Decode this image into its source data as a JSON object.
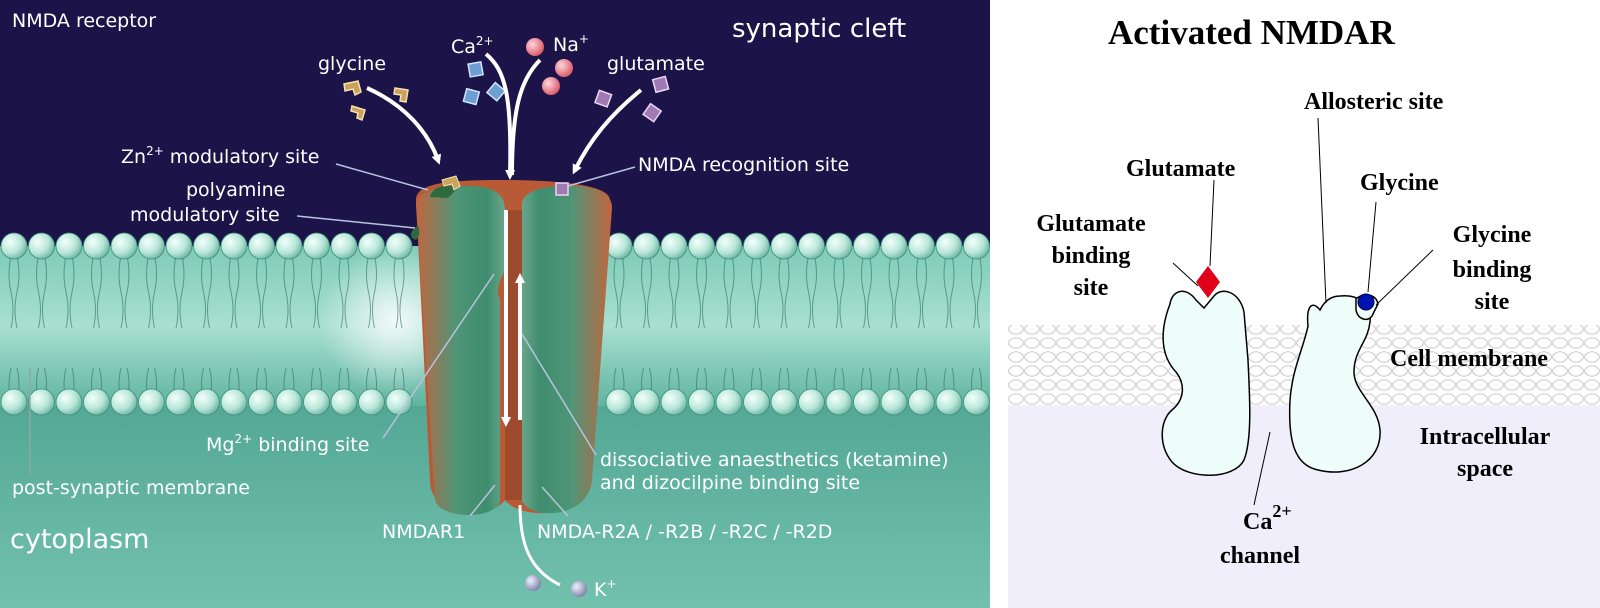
{
  "left_panel": {
    "labels": {
      "nmda_receptor": "NMDA receptor",
      "synaptic_cleft": "synaptic cleft",
      "glycine": "glycine",
      "ca": "Ca",
      "ca_sup": "2+",
      "na": "Na",
      "na_sup": "+",
      "glutamate": "glutamate",
      "zn_mod": "Zn",
      "zn_sup": "2+",
      "zn_mod_rest": " modulatory site",
      "polyamine_1": "polyamine",
      "polyamine_2": "modulatory site",
      "nmda_recognition": "NMDA recognition site",
      "mg": "Mg",
      "mg_sup": "2+",
      "mg_rest": " binding site",
      "post_synaptic": "post-synaptic membrane",
      "cytoplasm": "cytoplasm",
      "dissoc_1": "dissociative anaesthetics (ketamine)",
      "dissoc_2": "and dizocilpine binding site",
      "nmdar1": "NMDAR1",
      "nmda_r2": "NMDA-R2A / -R2B / -R2C / -R2D",
      "k": "K",
      "k_sup": "+"
    },
    "colors": {
      "cleft": "#1c1448",
      "membrane": "#6fc2ad",
      "cytoplasm": "#4aa597",
      "receptor": "#c0643e",
      "receptor_green": "#3f8c70",
      "head": "#bfe6dc"
    }
  },
  "right_panel": {
    "title": "Activated NMDAR",
    "allosteric_site": "Allosteric site",
    "glutamate": "Glutamate",
    "glutamate_binding_1": "Glutamate",
    "glutamate_binding_2": "binding",
    "glutamate_binding_3": "site",
    "glycine": "Glycine",
    "glycine_binding_1": "Glycine",
    "glycine_binding_2": "binding",
    "glycine_binding_3": "site",
    "cell_membrane": "Cell membrane",
    "intracellular_1": "Intracellular",
    "intracellular_2": "space",
    "ca": "Ca",
    "ca_sup": "2+",
    "channel": "channel",
    "colors": {
      "intracellular": "#f0eefb",
      "subunit": "#eefcfa",
      "glutamate": "#e0001a",
      "glycine": "#0012b0"
    }
  }
}
